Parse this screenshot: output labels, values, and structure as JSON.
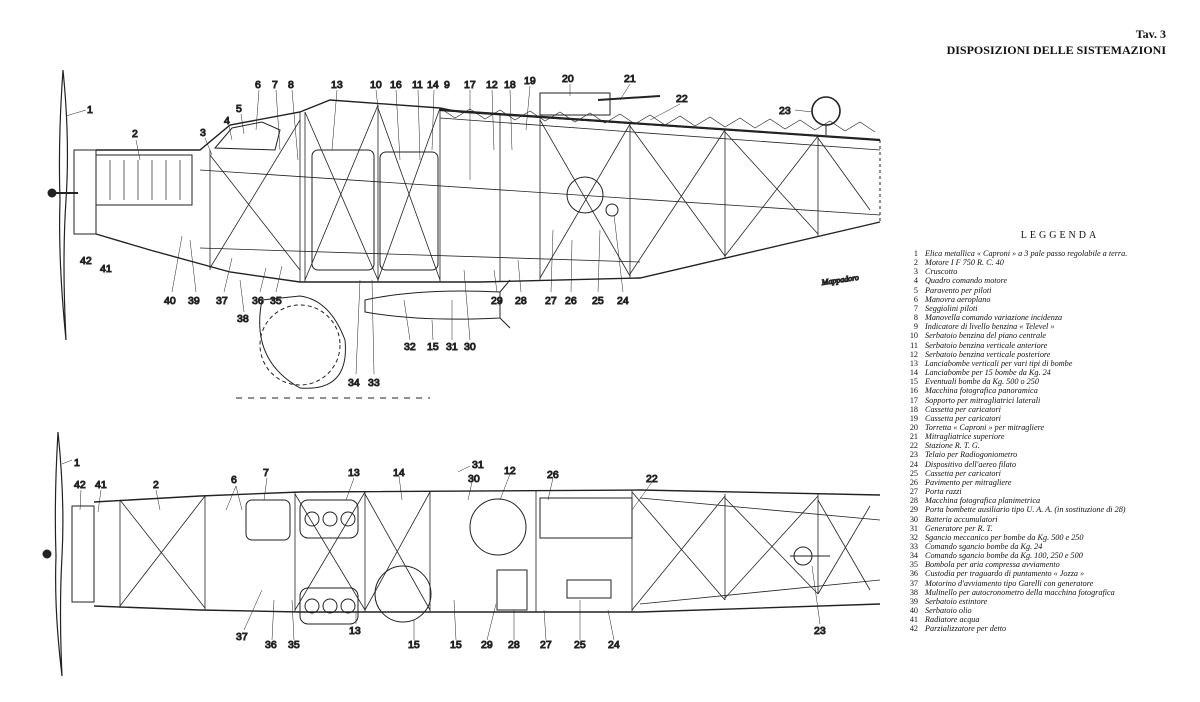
{
  "plate": {
    "number": "Tav. 3",
    "title": "DISPOSIZIONI DELLE SISTEMAZIONI"
  },
  "signature": "Mappadoro",
  "legend": {
    "title": "LEGGENDA",
    "items": [
      {
        "n": "1",
        "t": "Elica metallica « Caproni » a 3 pale passo regolabile a terra."
      },
      {
        "n": "2",
        "t": "Motore I F 750 R. C. 40"
      },
      {
        "n": "3",
        "t": "Cruscotto"
      },
      {
        "n": "4",
        "t": "Quadro comando motore"
      },
      {
        "n": "5",
        "t": "Paravento per piloti"
      },
      {
        "n": "6",
        "t": "Manovra aeroplano"
      },
      {
        "n": "7",
        "t": "Seggiolini piloti"
      },
      {
        "n": "8",
        "t": "Manovella comando variazione incidenza"
      },
      {
        "n": "9",
        "t": "Indicatore di livello benzina « Televel »"
      },
      {
        "n": "10",
        "t": "Serbatoio benzina del piano centrale"
      },
      {
        "n": "11",
        "t": "Serbatoio benzina verticale anteriore"
      },
      {
        "n": "12",
        "t": "Serbatoio benzina verticale posteriore"
      },
      {
        "n": "13",
        "t": "Lanciabombe verticali per vari tipi di bombe"
      },
      {
        "n": "14",
        "t": "Lanciabombe per 15 bombe da Kg. 24"
      },
      {
        "n": "15",
        "t": "Eventuali bombe da Kg. 500 o 250"
      },
      {
        "n": "16",
        "t": "Macchina fotografica panoramica"
      },
      {
        "n": "17",
        "t": "Sopporto per mitragliatrici laterali"
      },
      {
        "n": "18",
        "t": "Cassetta per caricatori"
      },
      {
        "n": "19",
        "t": "Cassetta per caricatori"
      },
      {
        "n": "20",
        "t": "Torretta « Caproni » per mitragliere"
      },
      {
        "n": "21",
        "t": "Mitragliatrice superiore"
      },
      {
        "n": "22",
        "t": "Stazione R. T. G."
      },
      {
        "n": "23",
        "t": "Telaio per Radiogoniometro"
      },
      {
        "n": "24",
        "t": "Dispositivo dell'aereo filato"
      },
      {
        "n": "25",
        "t": "Cassetta per caricatori"
      },
      {
        "n": "26",
        "t": "Pavimento per mitragliere"
      },
      {
        "n": "27",
        "t": "Porta razzi"
      },
      {
        "n": "28",
        "t": "Macchina fotografica planimetrica"
      },
      {
        "n": "29",
        "t": "Porta bombette ausiliario tipo U. A. A. (in sostituzione di 28)"
      },
      {
        "n": "30",
        "t": "Batteria accumulatori"
      },
      {
        "n": "31",
        "t": "Generatore per R. T."
      },
      {
        "n": "32",
        "t": "Sgancio meccanico per bombe da Kg. 500 e 250"
      },
      {
        "n": "33",
        "t": "Comando sgancio bombe da Kg. 24"
      },
      {
        "n": "34",
        "t": "Comando sgancio bombe da Kg. 100, 250 e 500"
      },
      {
        "n": "35",
        "t": "Bombola per aria compressa avviamento"
      },
      {
        "n": "36",
        "t": "Custodia per traguardo di puntamento « Jozza »"
      },
      {
        "n": "37",
        "t": "Motorino d'avviamento tipo Garelli con generatore"
      },
      {
        "n": "38",
        "t": "Mulinello per autocronometro della macchina fotografica"
      },
      {
        "n": "39",
        "t": "Serbatoio estintore"
      },
      {
        "n": "40",
        "t": "Serbatoio olio"
      },
      {
        "n": "41",
        "t": "Radiatore acqua"
      },
      {
        "n": "42",
        "t": "Parzializzatore per detto"
      }
    ]
  },
  "side_view_callouts": [
    "1",
    "2",
    "3",
    "4",
    "5",
    "6",
    "7",
    "8",
    "13",
    "10",
    "16",
    "14",
    "11",
    "9",
    "17",
    "12",
    "18",
    "19",
    "20",
    "21",
    "22",
    "23",
    "42",
    "41",
    "40",
    "39",
    "37",
    "38",
    "36",
    "35",
    "34",
    "33",
    "32",
    "15",
    "31",
    "30",
    "29",
    "28",
    "27",
    "26",
    "25",
    "24"
  ],
  "plan_view_callouts": [
    "1",
    "42",
    "41",
    "2",
    "6",
    "7",
    "13",
    "14",
    "31",
    "30",
    "12",
    "26",
    "22",
    "37",
    "36",
    "35",
    "13",
    "15",
    "15",
    "29",
    "28",
    "27",
    "25",
    "24",
    "23"
  ]
}
